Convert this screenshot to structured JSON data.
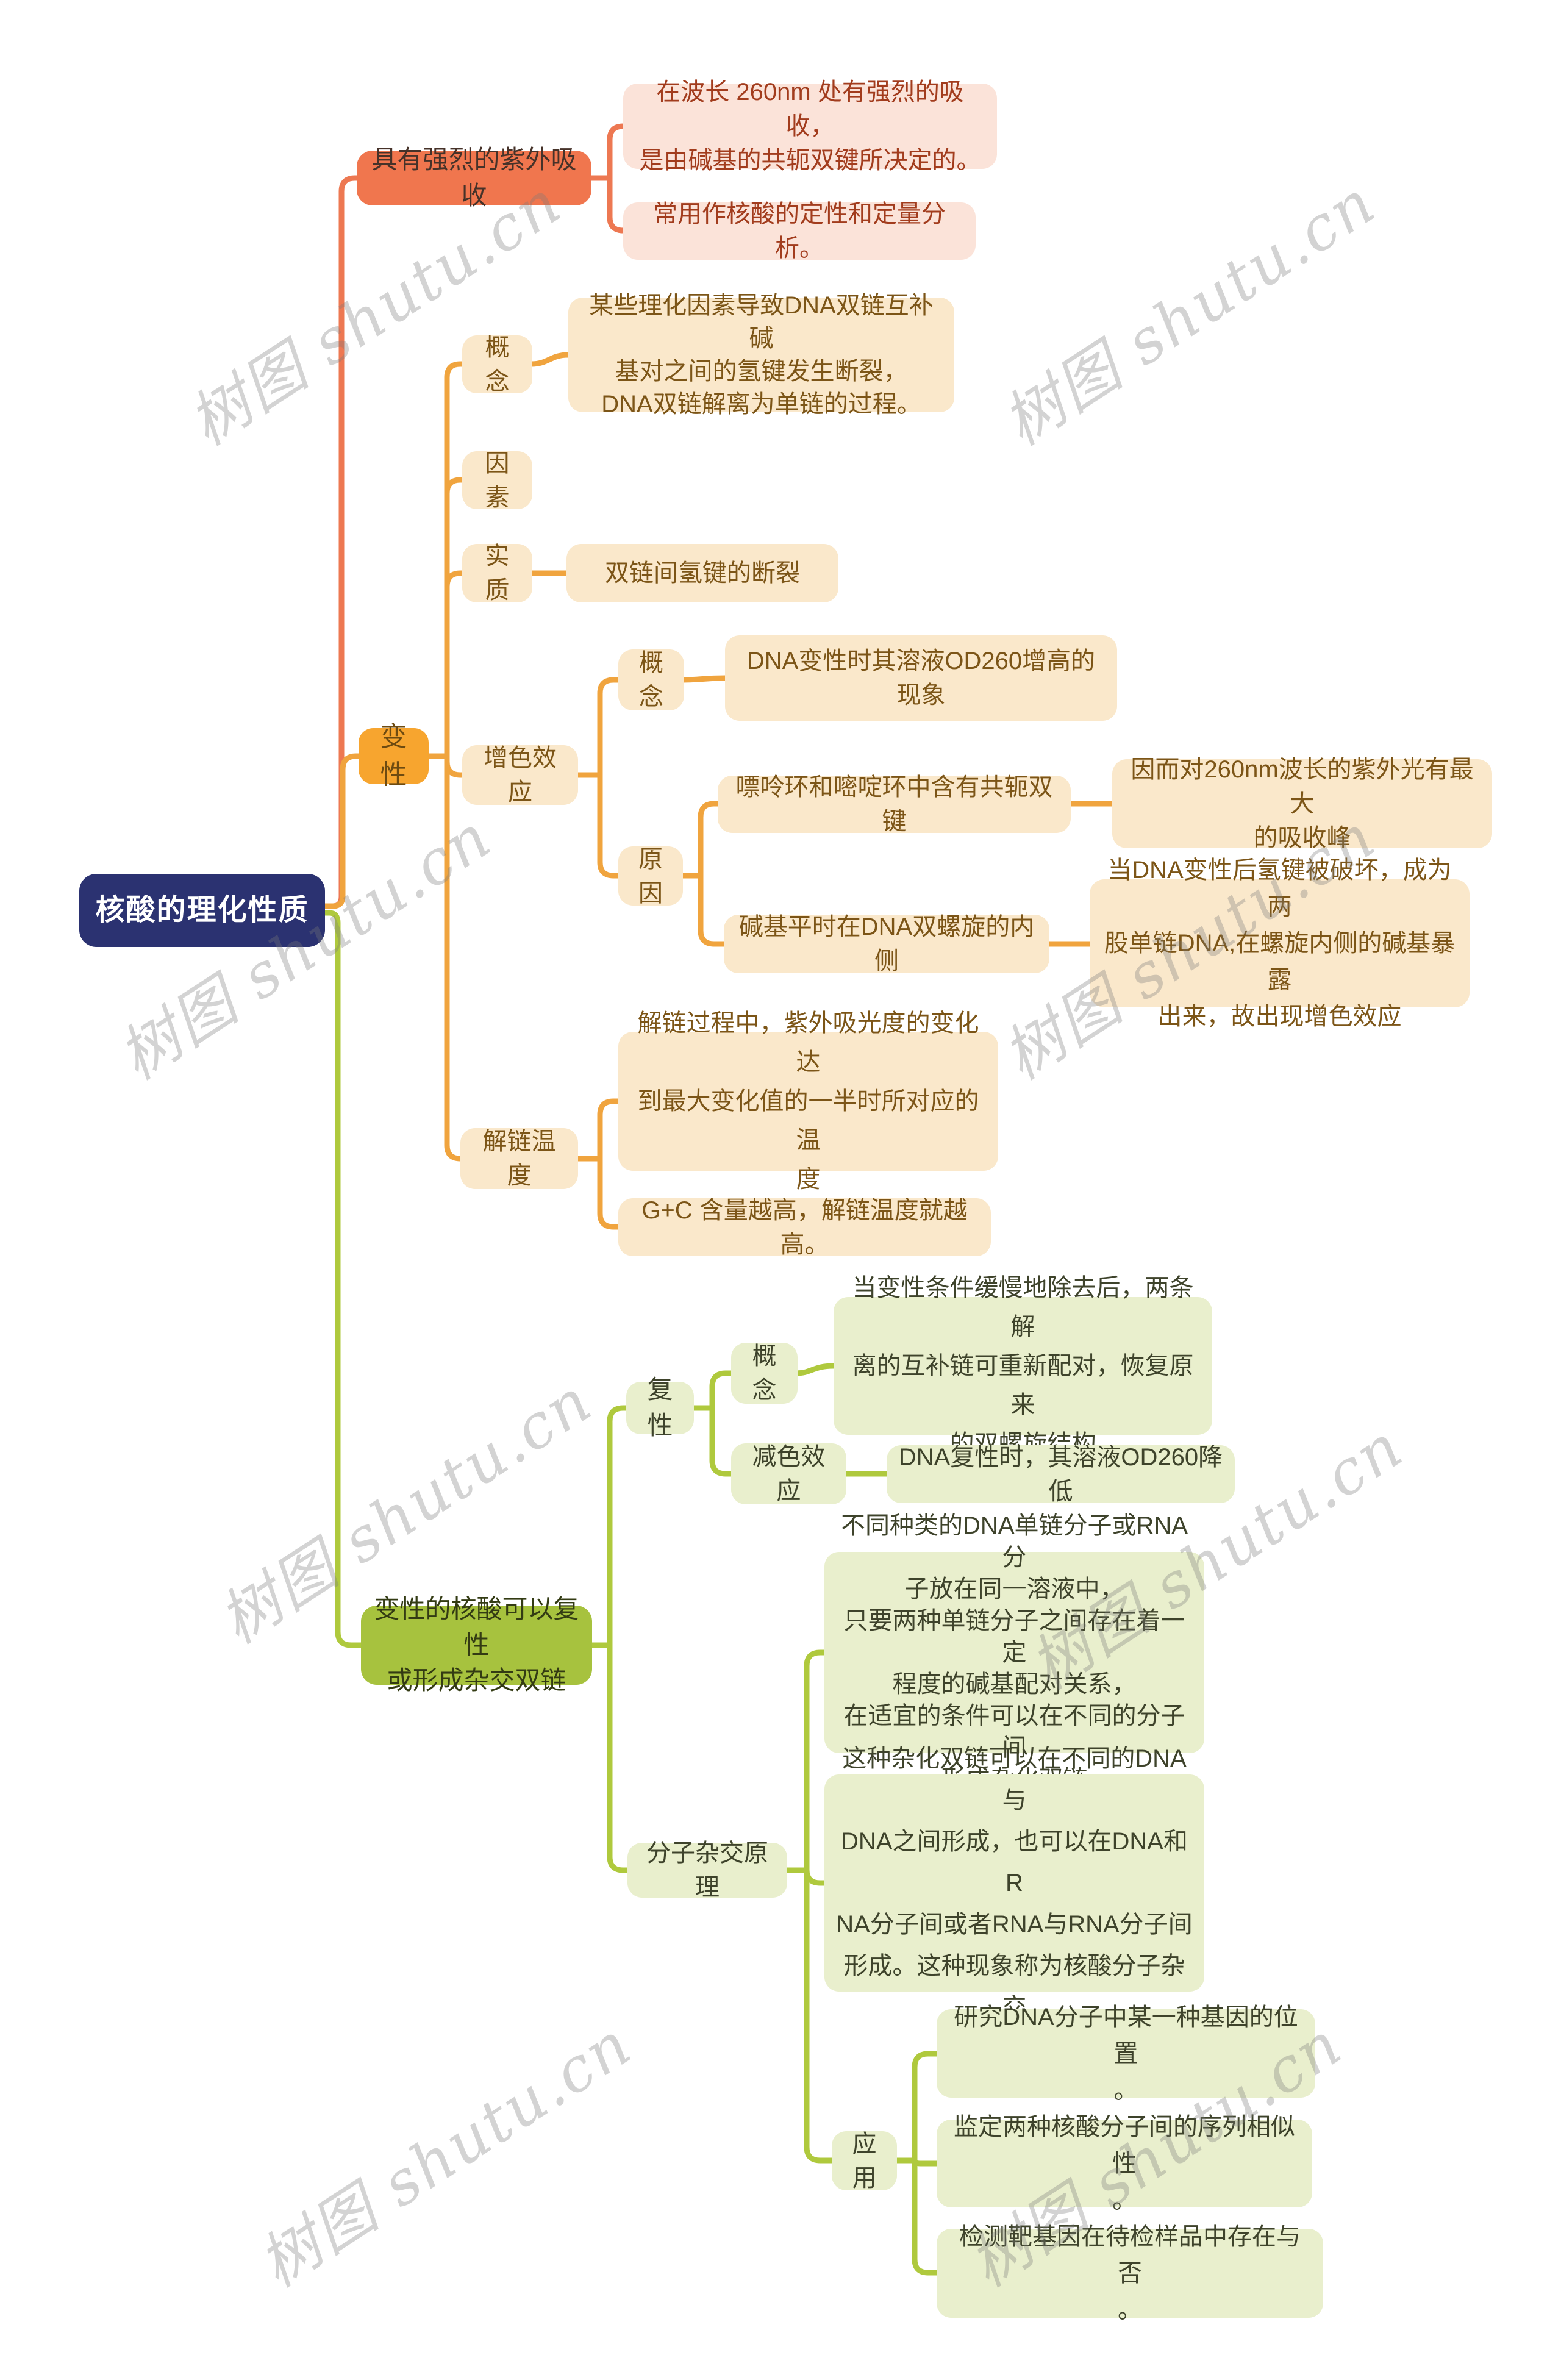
{
  "watermark": {
    "label": "树图 shutu.cn"
  },
  "colors": {
    "root_bg": "#2B3271",
    "root_text": "#FFFFFF",
    "coral_line": "#ED7852",
    "coral_node_bg": "#F0764E",
    "pink_box_bg": "#FBE3D9",
    "pink_text": "#A23C1D",
    "amber_line": "#F0A43E",
    "amber_node_bg": "#F7A52F",
    "cream_box_bg": "#FAE8CB",
    "cream_text": "#7C5517",
    "green_line": "#AFC93D",
    "green_node_bg": "#A7C23E",
    "lgreen_box_bg": "#E9EFCD",
    "lgreen_text": "#3E432B"
  },
  "root": {
    "label": "核酸的理化性质"
  },
  "branches": [
    {
      "label": "具有强烈的紫外吸收",
      "children": [
        {
          "label": "在波长 260nm 处有强烈的吸收，\n是由碱基的共轭双键所决定的。"
        },
        {
          "label": "常用作核酸的定性和定量分析。"
        }
      ]
    },
    {
      "label": "变性",
      "children": [
        {
          "label": "概念",
          "children": [
            {
              "label": "某些理化因素导致DNA双链互补碱\n基对之间的氢键发生断裂，\nDNA双链解离为单链的过程。"
            }
          ]
        },
        {
          "label": "因素",
          "children": []
        },
        {
          "label": "实质",
          "children": [
            {
              "label": "双链间氢键的断裂"
            }
          ]
        },
        {
          "label": "增色效应",
          "children": [
            {
              "label": "概念",
              "children": [
                {
                  "label": "DNA变性时其溶液OD260增高的\n现象"
                }
              ]
            },
            {
              "label": "原因",
              "children": [
                {
                  "label": "嘌呤环和嘧啶环中含有共轭双键",
                  "children": [
                    {
                      "label": "因而对260nm波长的紫外光有最大\n的吸收峰"
                    }
                  ]
                },
                {
                  "label": "碱基平时在DNA双螺旋的内侧",
                  "children": [
                    {
                      "label": "当DNA变性后氢键被破坏，成为两\n股单链DNA,在螺旋内侧的碱基暴露\n出来，故出现增色效应"
                    }
                  ]
                }
              ]
            }
          ]
        },
        {
          "label": "解链温度",
          "children": [
            {
              "label": "解链过程中，紫外吸光度的变化达\n到最大变化值的一半时所对应的温\n度"
            },
            {
              "label": "G+C 含量越高，解链温度就越高。"
            }
          ]
        }
      ]
    },
    {
      "label": "变性的核酸可以复性\n或形成杂交双链",
      "children": [
        {
          "label": "复性",
          "children": [
            {
              "label": "概念",
              "children": [
                {
                  "label": "当变性条件缓慢地除去后，两条解\n离的互补链可重新配对，恢复原来\n的双螺旋结构"
                }
              ]
            },
            {
              "label": "减色效应",
              "children": [
                {
                  "label": "DNA复性时，其溶液OD260降低"
                }
              ]
            }
          ]
        },
        {
          "label": "分子杂交原理",
          "children": [
            {
              "label": "不同种类的DNA单链分子或RNA分\n子放在同一溶液中，\n只要两种单链分子之间存在着一定\n程度的碱基配对关系，\n在适宜的条件可以在不同的分子间\n形成杂化双链"
            },
            {
              "label": "这种杂化双链可以在不同的DNA与\nDNA之间形成，也可以在DNA和R\nNA分子间或者RNA与RNA分子间\n形成。这种现象称为核酸分子杂交"
            },
            {
              "label": "应用",
              "children": [
                {
                  "label": "研究DNA分子中某一种基因的位置\n。"
                },
                {
                  "label": "监定两种核酸分子间的序列相似性\n。"
                },
                {
                  "label": "检测靶基因在待检样品中存在与否\n。"
                }
              ]
            }
          ]
        }
      ]
    }
  ]
}
